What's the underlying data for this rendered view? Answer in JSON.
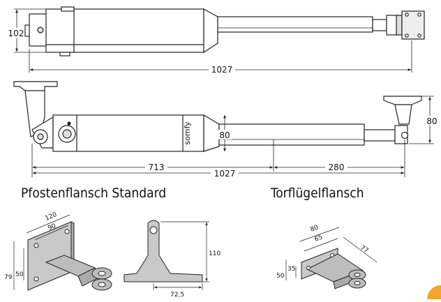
{
  "motor_top": {
    "height_label": "102",
    "length_label": "1027"
  },
  "motor_side": {
    "brand": "somfy",
    "height_left": "80",
    "height_right": "80",
    "segment_left": "713",
    "segment_right": "280",
    "total_length": "1027"
  },
  "flange_post": {
    "title": "Pfostenflansch Standard",
    "width_outer": "120",
    "width_inner": "90",
    "height_outer": "79",
    "height_inner": "50",
    "side_height": "110",
    "side_length": "72,5"
  },
  "flange_gate": {
    "title": "Torflügelflansch",
    "width_outer": "80",
    "width_inner": "65",
    "depth": "77",
    "height_outer": "50",
    "height_inner": "35"
  },
  "colors": {
    "line": "#222222",
    "body_fill": "#ffffff",
    "bracket_fill": "#c9c9c9",
    "accent_orange": "#f3a42b"
  }
}
